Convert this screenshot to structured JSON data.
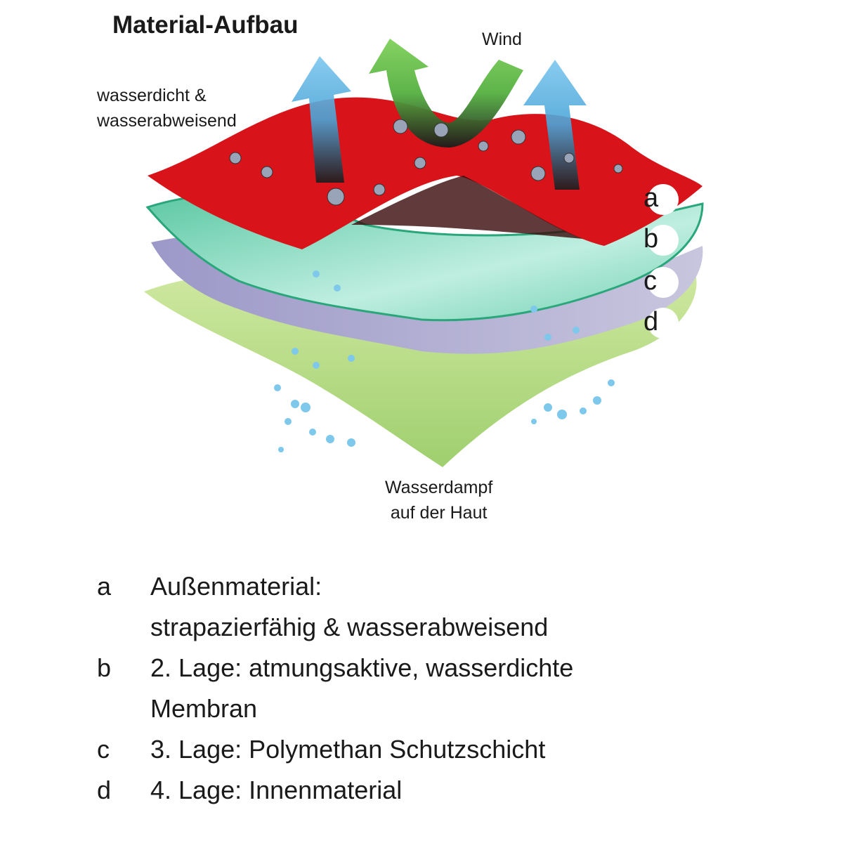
{
  "title": "Material-Aufbau",
  "labels": {
    "wind": "Wind",
    "top_line1": "wasserdicht &",
    "top_line2": "wasserabweisend",
    "bottom_line1": "Wasserdampf",
    "bottom_line2": "auf der Haut"
  },
  "layer_badges": [
    "a",
    "b",
    "c",
    "d"
  ],
  "colors": {
    "outer": "#d8141a",
    "membrane": "#6fd0b0",
    "protective": "#a8a8cc",
    "inner": "#a9d27a",
    "vapor_arrow": "#5fb4e4",
    "wind_arrow": "#6cc04a"
  },
  "legend": [
    {
      "key": "a",
      "lines": [
        "Außenmaterial:",
        "strapazierfähig & wasserabweisend"
      ]
    },
    {
      "key": "b",
      "lines": [
        "2. Lage: atmungsaktive, wasserdichte",
        "Membran"
      ]
    },
    {
      "key": "c",
      "lines": [
        "3. Lage: Polymethan Schutzschicht"
      ]
    },
    {
      "key": "d",
      "lines": [
        "4. Lage: Innenmaterial"
      ]
    }
  ]
}
